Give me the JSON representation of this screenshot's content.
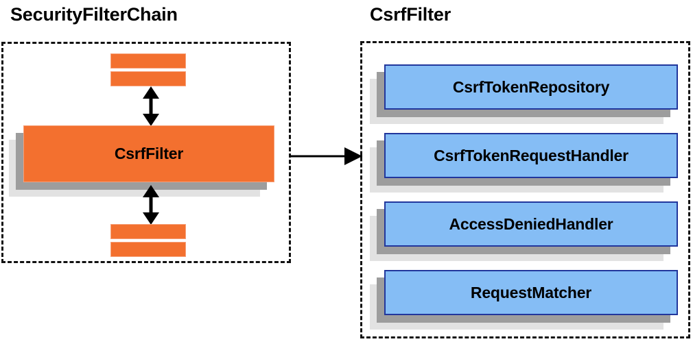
{
  "diagram": {
    "type": "uml-component-collaboration",
    "background_color": "#ffffff",
    "panels": [
      {
        "id": "security-filter-chain",
        "title": "SecurityFilterChain",
        "kind": "dashed-group",
        "border_style": "dashed",
        "border_color": "#111111",
        "filters_above": [
          {
            "label": "",
            "color": "#f3702f"
          },
          {
            "label": "",
            "color": "#f3702f"
          }
        ],
        "highlighted_filter": {
          "label": "CsrfFilter",
          "color": "#f3702f",
          "border_color": "#f6a079",
          "shadow_near": "#9d9d9d",
          "shadow_far": "#e2e2e2"
        },
        "filters_below": [
          {
            "label": "",
            "color": "#f3702f"
          },
          {
            "label": "",
            "color": "#f3702f"
          }
        ],
        "internal_arrows": [
          {
            "name": "chain-link-above",
            "direction": "bidirectional-vertical"
          },
          {
            "name": "chain-link-below",
            "direction": "bidirectional-vertical"
          }
        ]
      },
      {
        "id": "csrf-filter-detail",
        "title": "CsrfFilter",
        "kind": "dashed-group",
        "border_style": "dashed",
        "border_color": "#111111",
        "collaborators": [
          {
            "label": "CsrfTokenRepository",
            "color": "#85bdf5",
            "border_color": "#21369c"
          },
          {
            "label": "CsrfTokenRequestHandler",
            "color": "#85bdf5",
            "border_color": "#21369c"
          },
          {
            "label": "AccessDeniedHandler",
            "color": "#85bdf5",
            "border_color": "#21369c"
          },
          {
            "label": "RequestMatcher",
            "color": "#85bdf5",
            "border_color": "#21369c"
          }
        ]
      }
    ],
    "connector": {
      "name": "expansion-arrow",
      "from": "security-filter-chain",
      "to": "csrf-filter-detail",
      "direction": "right",
      "color": "#000000"
    }
  }
}
